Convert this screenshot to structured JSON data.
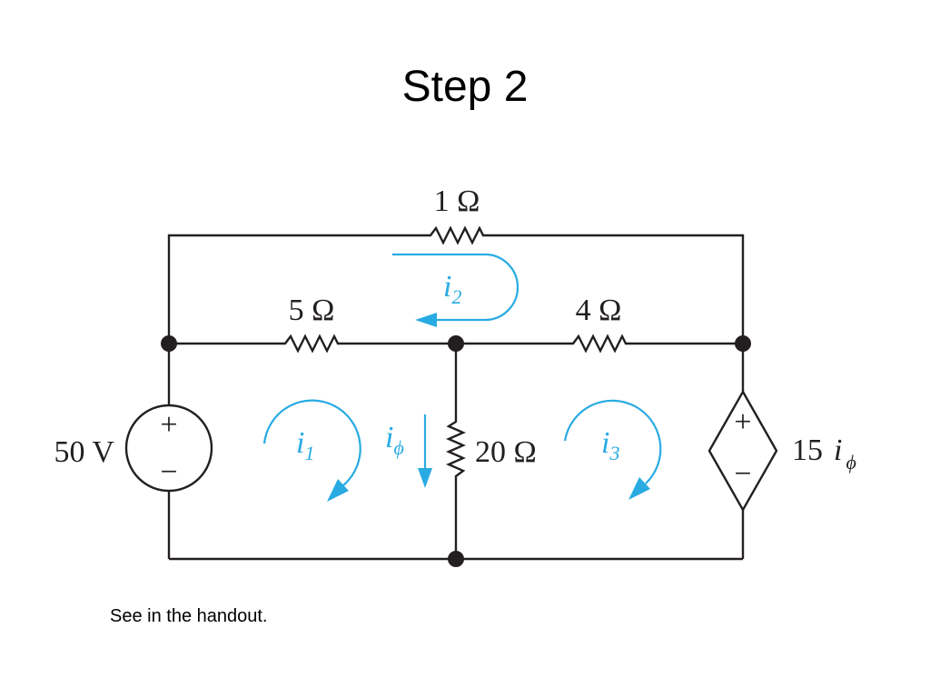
{
  "slide": {
    "title": "Step 2",
    "note": "See in the handout."
  },
  "circuit": {
    "resistors": {
      "r_top": "1 Ω",
      "r_left": "5 Ω",
      "r_right": "4 Ω",
      "r_middle": "20 Ω"
    },
    "sources": {
      "voltage_source": "50 V",
      "dependent_source_coefficient": "15",
      "dependent_source_variable": "i",
      "dependent_source_subscript": "ϕ",
      "plus": "+",
      "minus": "−"
    },
    "currents": {
      "i1": {
        "letter": "i",
        "sub": "1"
      },
      "i2": {
        "letter": "i",
        "sub": "2"
      },
      "i3": {
        "letter": "i",
        "sub": "3"
      },
      "iphi": {
        "letter": "i",
        "sub": "ϕ"
      }
    },
    "colors": {
      "wire": "#231f20",
      "current": "#29abe2"
    }
  }
}
